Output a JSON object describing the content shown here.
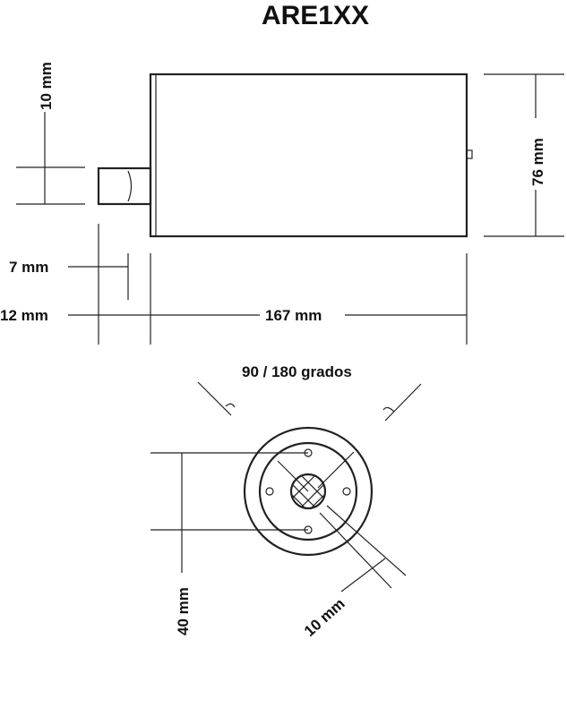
{
  "title": "ARE1XX",
  "side_view": {
    "dim_shaft_diameter": "10 mm",
    "dim_height": "76 mm",
    "dim_flange": "7 mm",
    "dim_shaft_length": "12 mm",
    "dim_body_length": "167 mm"
  },
  "front_view": {
    "dim_angle": "90 / 180  grados",
    "dim_bolt_spacing": "40 mm",
    "dim_shaft": "10 mm"
  }
}
